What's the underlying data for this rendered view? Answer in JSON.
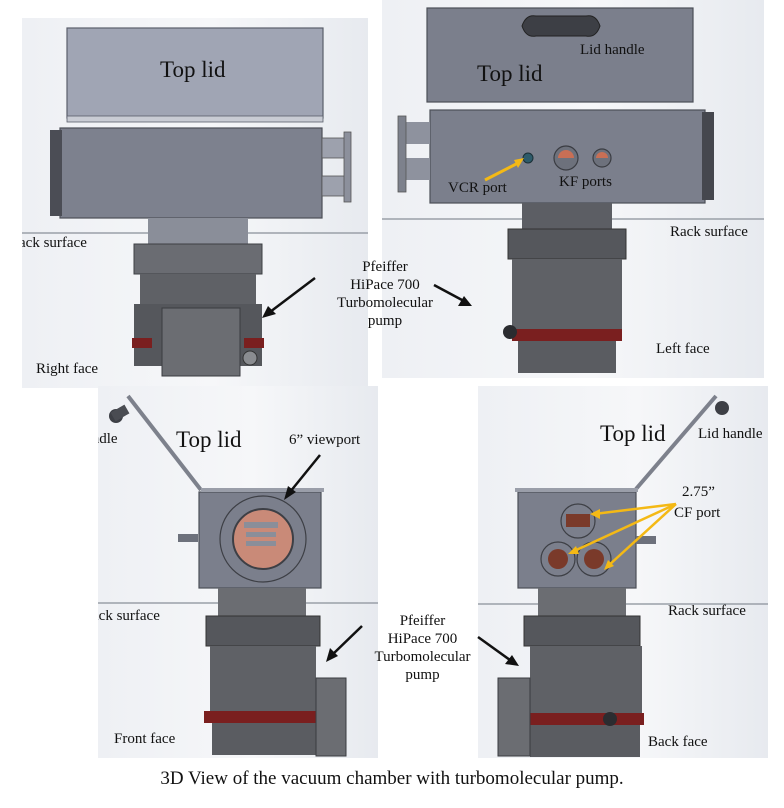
{
  "figure": {
    "caption": "3D View of the vacuum chamber with turbomolecular pump.",
    "colors": {
      "lid": "#9ea3b2",
      "chamber": "#7b7f8c",
      "pump": "#5f6166",
      "pump_band": "#7a1f1f",
      "copper": "#c98a78",
      "arrow_black": "#111111",
      "arrow_yellow": "#f4b915",
      "rack_line": "#9aa0a8"
    },
    "panels": [
      {
        "view": "Right face",
        "labels": {
          "top_lid": "Top lid",
          "rack_surface": "Rack surface",
          "face": "Right face"
        }
      },
      {
        "view": "Left face",
        "labels": {
          "top_lid": "Top lid",
          "lid_handle": "Lid handle",
          "vcr_port": "VCR port",
          "kf_ports": "KF ports",
          "rack_surface": "Rack surface",
          "face": "Left face"
        }
      },
      {
        "view": "Front face",
        "labels": {
          "lid_handle": "Lid handle",
          "top_lid": "Top lid",
          "viewport": "6” viewport",
          "rack_surface": "Rack surface",
          "face": "Front face"
        }
      },
      {
        "view": "Back face",
        "labels": {
          "top_lid": "Top lid",
          "lid_handle": "Lid handle",
          "cf_port_line1": "2.75”",
          "cf_port_line2": "CF port",
          "rack_surface": "Rack surface",
          "face": "Back face"
        }
      }
    ],
    "pump_label_top": [
      "Pfeiffer",
      "HiPace 700",
      "Turbomolecular",
      "pump"
    ],
    "pump_label_bottom": [
      "Pfeiffer",
      "HiPace 700",
      "Turbomolecular",
      "pump"
    ]
  }
}
